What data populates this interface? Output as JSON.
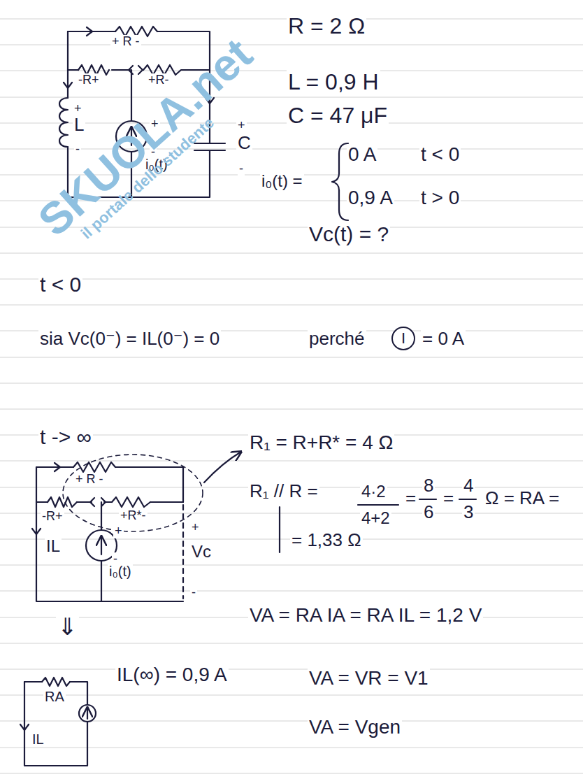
{
  "diagram": {
    "nodes": [
      {
        "text": [
          "I"
        ]
      }
    ],
    "labels": [
      "+ R -",
      "-R+",
      "+R-",
      "+",
      "L",
      "-",
      "+",
      "-",
      "i₀(t)",
      "+",
      "C",
      "-",
      "R = 2 Ω",
      "L = 0,9 H",
      "C = 47 μF",
      "i₀(t) =",
      "0 A",
      "t < 0",
      "0,9 A",
      "t > 0",
      "Vc(t) = ?",
      "t < 0",
      "sia Vc(0⁻) = IL(0⁻) = 0",
      "perché",
      "= 0 A",
      "t -> ∞",
      "+ R -",
      "-R+",
      "+R*-",
      "IL",
      "+",
      "-",
      "i₀(t)",
      "+",
      "Vc",
      "-",
      "R₁ = R+R* = 4 Ω",
      "R₁ // R =",
      "4·2",
      "4+2",
      "=",
      "8",
      "6",
      "=",
      "4",
      "3",
      "Ω = RA =",
      "= 1,33 Ω",
      "VA = RA IA = RA IL = 1,2 V",
      "⇓",
      "IL(∞) = 0,9 A",
      "VA = VR = V1",
      "VA = Vgen",
      "RA",
      "IL",
      "SKUOLA.net",
      "il portale dello studente"
    ]
  }
}
